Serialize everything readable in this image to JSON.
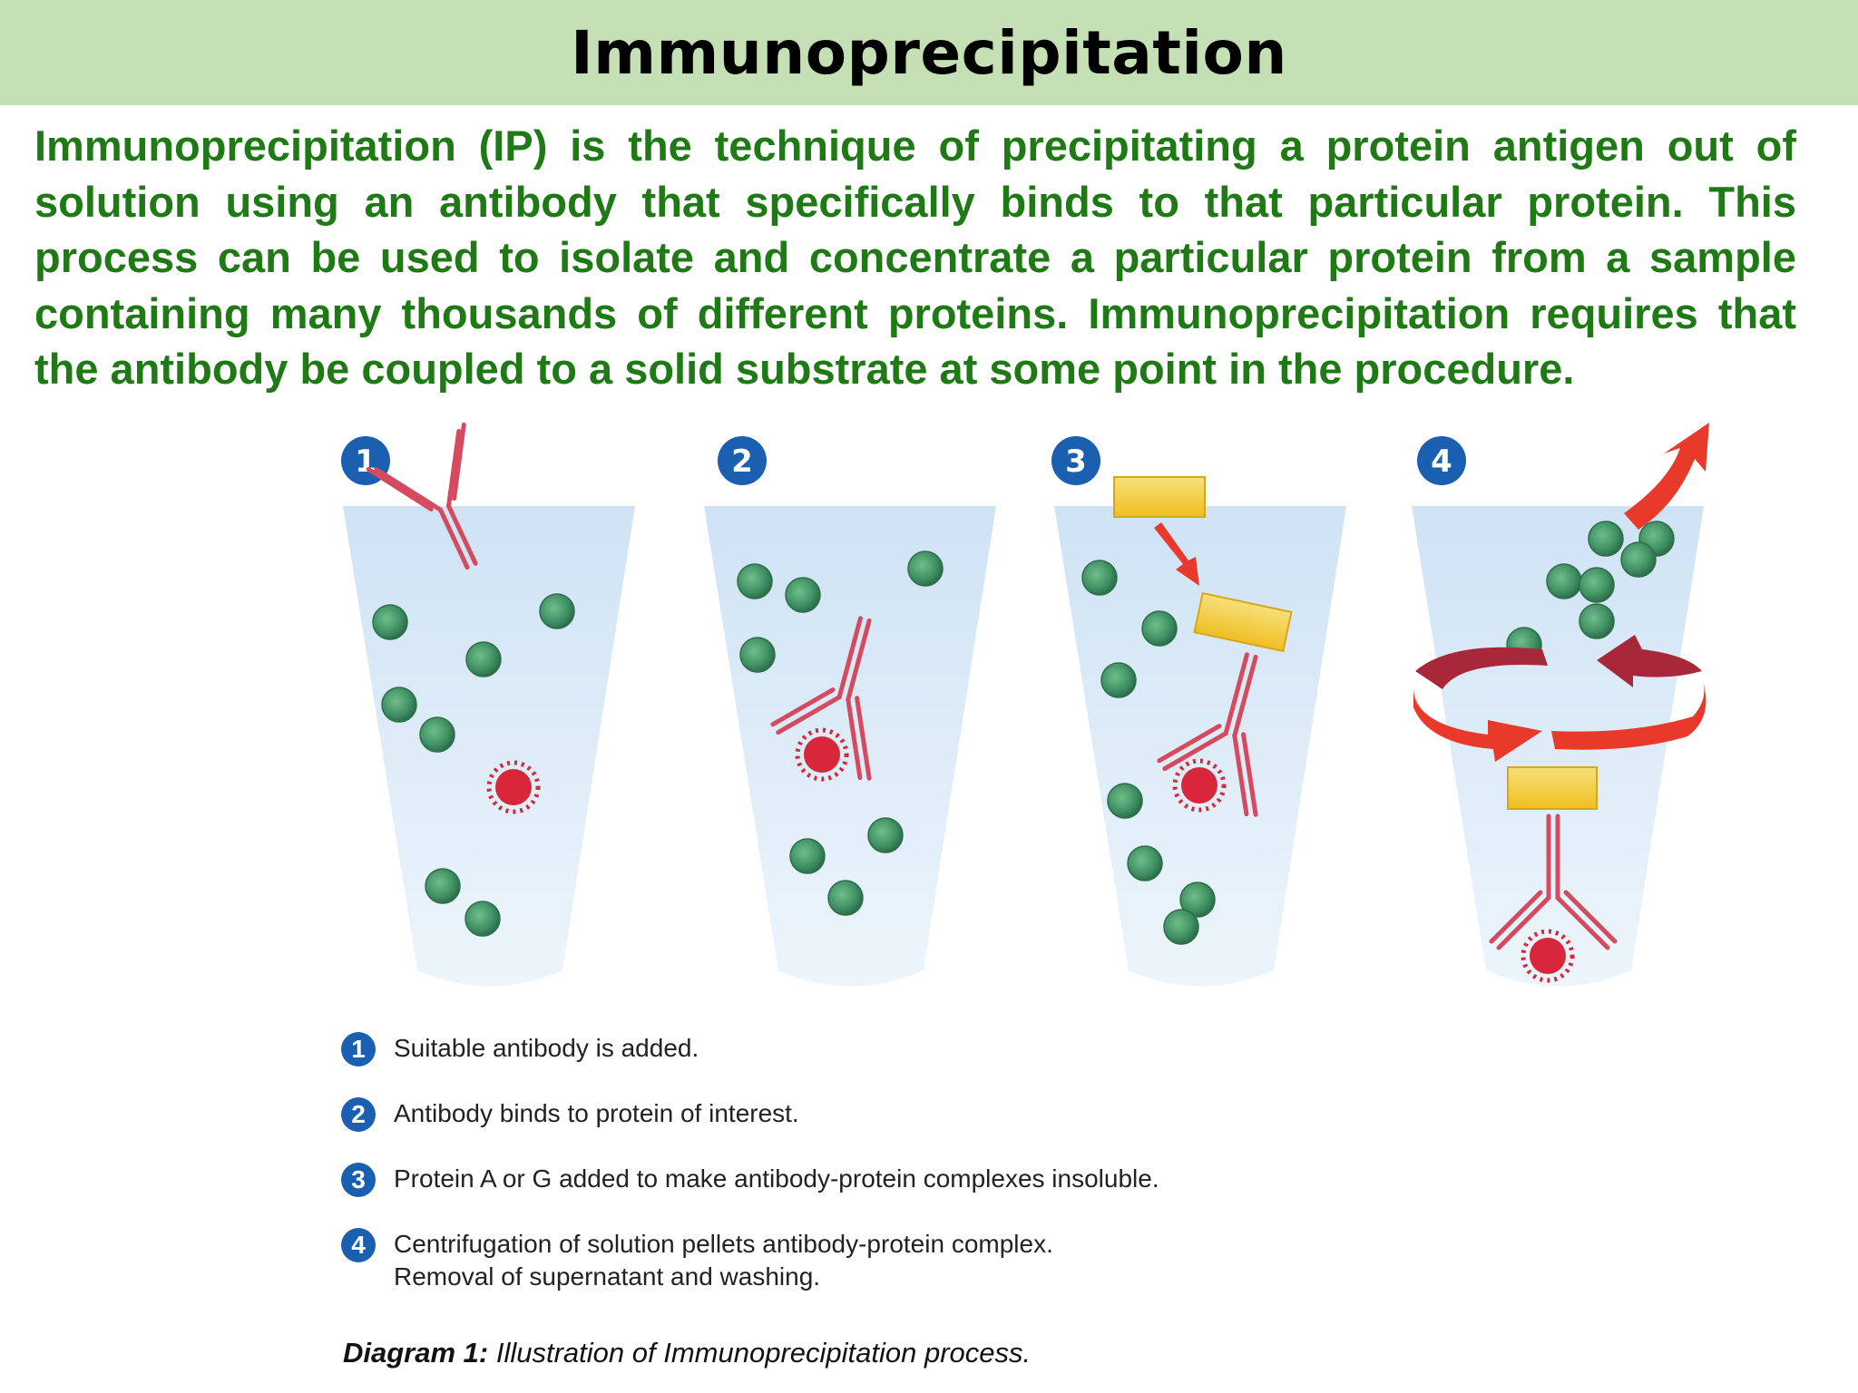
{
  "title": "Immunoprecipitation",
  "intro": "Immunoprecipitation (IP) is the technique of precipitating a protein antigen out of solution using an antibody that specifically binds to that particular protein. This process can be used to isolate and concentrate a particular protein from a sample containing many thousands of different proteins. Immunoprecipitation requires that the antibody be coupled to a solid substrate at some point in the procedure.",
  "steps": [
    {
      "number": "1",
      "text": "Suitable antibody is added."
    },
    {
      "number": "2",
      "text": "Antibody binds to protein of interest."
    },
    {
      "number": "3",
      "text": "Protein A or G added to make antibody-protein complexes insoluble."
    },
    {
      "number": "4",
      "text": "Centrifugation of solution pellets antibody-protein complex.\nRemoval of supernatant and washing."
    }
  ],
  "caption": {
    "label": "Diagram 1:",
    "text": "Illustration of Immunoprecipitation process."
  },
  "colors": {
    "title_bar": "#c5e0b4",
    "body_text": "#1f7a16",
    "step_badge": "#1b5fb0",
    "tube_fill": "#d6e8f6",
    "antibody": "#d54a5e",
    "protein": "#4a9a6a",
    "antigen": "#d8263a",
    "protein_ag": "#f2cf3a",
    "arrow": "#e8392b"
  }
}
